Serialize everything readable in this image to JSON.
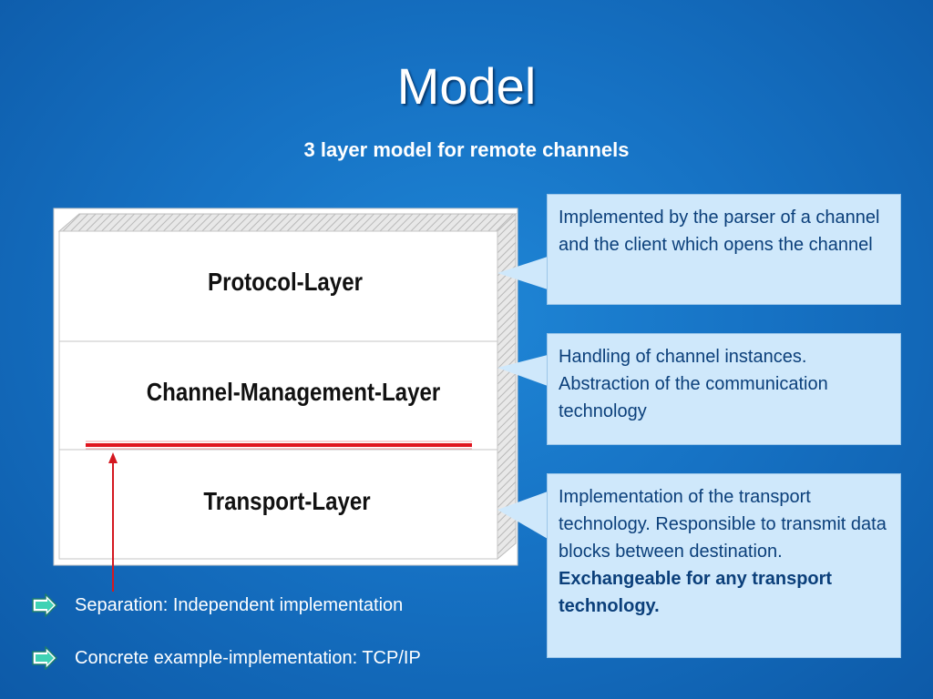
{
  "slide": {
    "title": "Model",
    "subtitle": "3 layer model for remote channels"
  },
  "layers": [
    {
      "label": "Protocol-Layer"
    },
    {
      "label": "Channel-Management-Layer"
    },
    {
      "label": "Transport-Layer"
    }
  ],
  "callouts": [
    {
      "text": "Implemented by the parser of a channel and the client which opens the channel"
    },
    {
      "text": "Handling of channel instances. Abstraction of the communication technology"
    },
    {
      "text_plain": "Implementation of the transport technology. Responsible to transmit data blocks between destination.",
      "text_bold": "Exchangeable for any transport technology."
    }
  ],
  "bullets": [
    {
      "text": "Separation: Independent implementation",
      "icon": "arrow-icon"
    },
    {
      "text": "Concrete example-implementation: TCP/IP",
      "icon": "arrow-icon"
    }
  ],
  "colors": {
    "background": "#1672c4",
    "callout_fill": "#cfe8fb",
    "callout_text": "#0b3f7a",
    "separator_red": "#e0141e",
    "bullet_icon": "#3fd2b4"
  }
}
